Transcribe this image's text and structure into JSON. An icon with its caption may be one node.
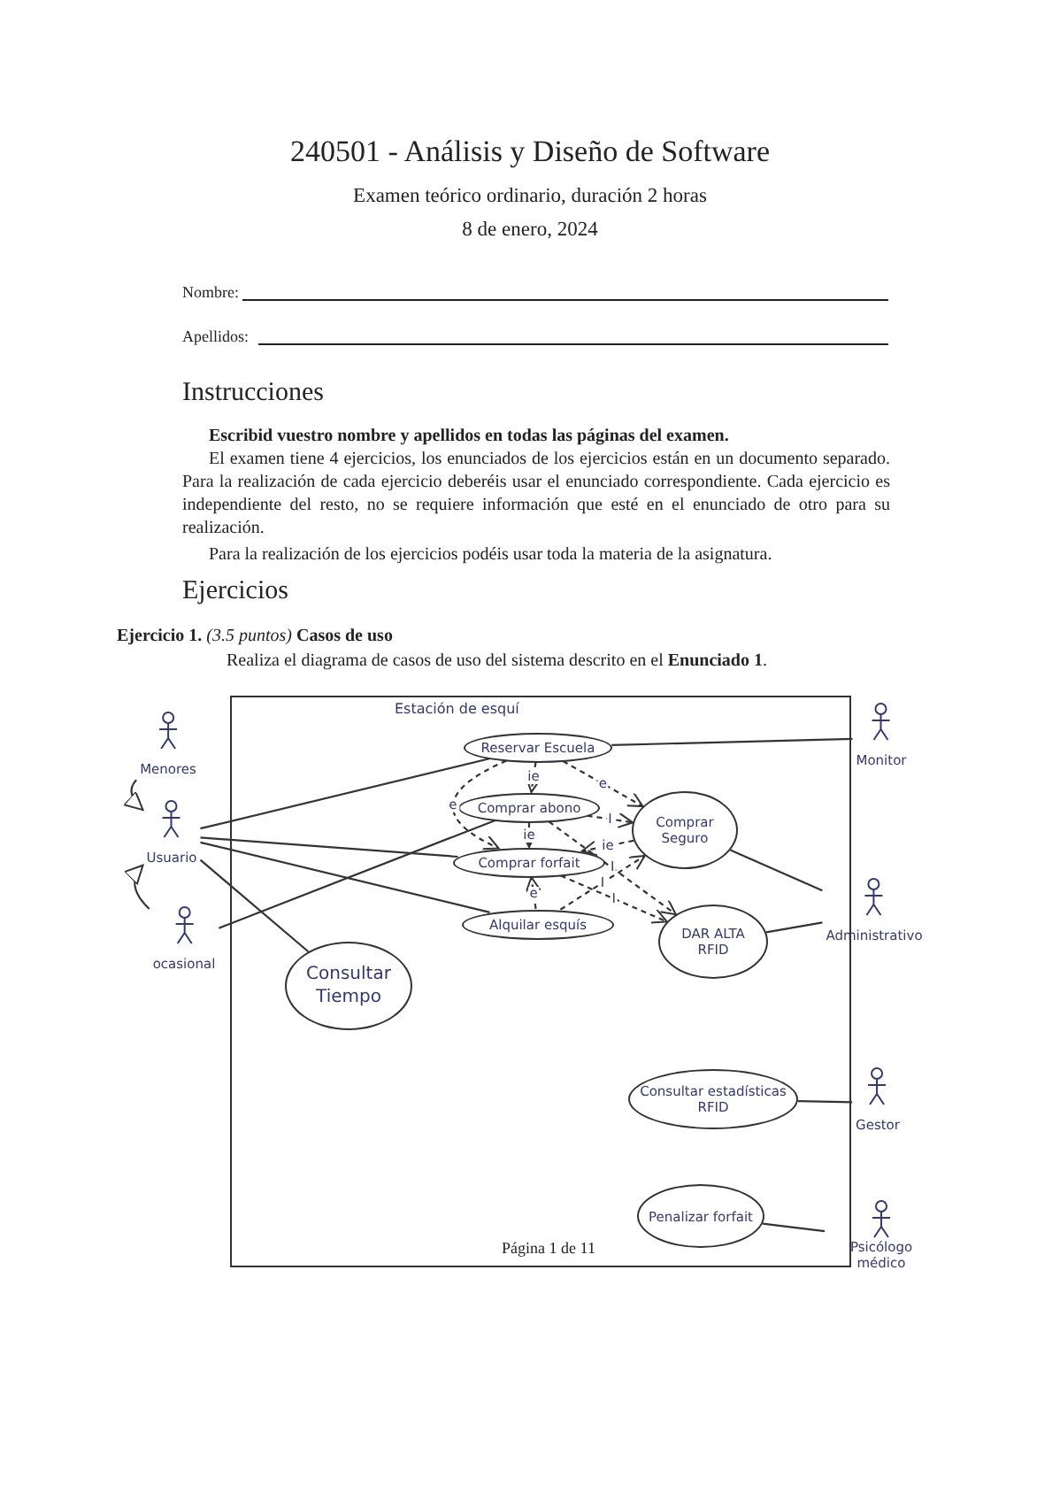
{
  "diagram": {
    "title": "240501 - Análisis y Diseño de Software",
    "nodes": [
      {
        "text": [
          "Estación de esquí"
        ]
      },
      {
        "text": [
          "Reservar Escuela"
        ],
        "in": 0
      },
      {
        "text": [
          "Comprar abono"
        ],
        "in": 0
      },
      {
        "text": [
          "Comprar forfait"
        ],
        "in": 0
      },
      {
        "text": [
          "Alquilar esquís"
        ],
        "in": 0
      },
      {
        "text": [
          "Comprar Seguro"
        ],
        "in": 0
      },
      {
        "text": [
          "DAR ALTA RFID"
        ],
        "in": 0
      },
      {
        "text": [
          "Consultar Tiempo"
        ],
        "in": 0
      },
      {
        "text": [
          "Consultar estadísticas RFID"
        ],
        "in": 0
      },
      {
        "text": [
          "Penalizar forfait"
        ],
        "in": 0
      },
      {
        "text": [
          "Menores"
        ]
      },
      {
        "text": [
          "Usuario"
        ]
      },
      {
        "text": [
          "ocasional"
        ]
      },
      {
        "text": [
          "Monitor"
        ]
      },
      {
        "text": [
          "Administrativo"
        ]
      },
      {
        "text": [
          "Gestor"
        ]
      },
      {
        "text": [
          "Psicólogo médico"
        ]
      }
    ],
    "edges": [
      {
        "from": 10,
        "to": 11,
        "arrow": "to"
      },
      {
        "from": 12,
        "to": 11,
        "arrow": "to"
      },
      {
        "from": 11,
        "to": 1,
        "arrow": "none"
      },
      {
        "from": 11,
        "to": 3,
        "arrow": "none"
      },
      {
        "from": 11,
        "to": 4,
        "arrow": "none"
      },
      {
        "from": 11,
        "to": 7,
        "arrow": "none"
      },
      {
        "from": 12,
        "to": 2,
        "arrow": "none"
      },
      {
        "from": 13,
        "to": 1,
        "arrow": "none"
      },
      {
        "from": 14,
        "to": 5,
        "arrow": "none"
      },
      {
        "from": 14,
        "to": 6,
        "arrow": "none"
      },
      {
        "from": 15,
        "to": 8,
        "arrow": "none"
      },
      {
        "from": 16,
        "to": 9,
        "arrow": "none"
      },
      {
        "from": 1,
        "to": 2,
        "arrow": "to",
        "style": "dashed",
        "label": "ie"
      },
      {
        "from": 2,
        "to": 3,
        "arrow": "to",
        "style": "dashed",
        "label": "ie"
      },
      {
        "from": 4,
        "to": 3,
        "arrow": "to",
        "style": "dashed",
        "label": "e"
      },
      {
        "from": 1,
        "to": 3,
        "arrow": "to",
        "style": "dashed",
        "label": "e"
      },
      {
        "from": 1,
        "to": 5,
        "arrow": "to",
        "style": "dashed",
        "label": "e"
      },
      {
        "from": 2,
        "to": 5,
        "arrow": "to",
        "style": "dashed",
        "label": "I"
      },
      {
        "from": 5,
        "to": 3,
        "arrow": "to",
        "style": "dashed",
        "label": "ie"
      },
      {
        "from": 2,
        "to": 6,
        "arrow": "to",
        "style": "dashed",
        "label": "I"
      },
      {
        "from": 3,
        "to": 6,
        "arrow": "to",
        "style": "dashed",
        "label": "I"
      },
      {
        "from": 4,
        "to": 5,
        "arrow": "to",
        "style": "dashed",
        "label": "I"
      }
    ],
    "labels": [
      "Examen teórico ordinario, duración 2 horas",
      "8 de enero, 2024",
      "Nombre:",
      "Apellidos:",
      "Instrucciones",
      "Escribid vuestro nombre y apellidos en todas las páginas del examen.",
      "El examen tiene 4 ejercicios, los enunciados de los ejercicios están en un documento separado. Para la realización de cada ejercicio deberéis usar el enunciado correspondiente. Cada ejercicio es independiente del resto, no se requiere información que esté en el enunciado de otro para su realización.",
      "Para la realización de los ejercicios podéis usar toda la materia de la asignatura.",
      "Ejercicios",
      "**Ejercicio 1.** *(3.5 puntos)* **Casos de uso**",
      "Realiza el diagrama de casos de uso del sistema descrito en el **Enunciado 1**.",
      "Página 1 de 11"
    ]
  }
}
